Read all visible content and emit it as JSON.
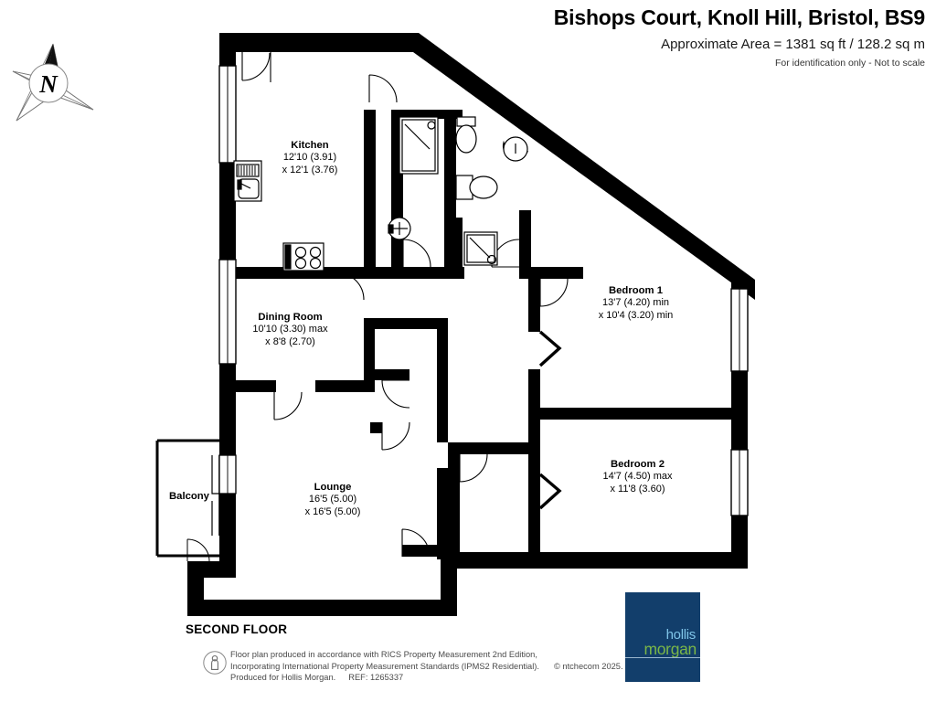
{
  "header": {
    "title": "Bishops Court, Knoll Hill, Bristol, BS9",
    "area": "Approximate Area = 1381 sq ft / 128.2 sq m",
    "note": "For identification only - Not to scale"
  },
  "floor_label": "SECOND FLOOR",
  "compass": {
    "letter": "N"
  },
  "rooms": [
    {
      "name": "Kitchen",
      "dim1": "12'10 (3.91)",
      "dim2": "x 12'1 (3.76)"
    },
    {
      "name": "Dining Room",
      "dim1": "10'10 (3.30) max",
      "dim2": "x 8'8 (2.70)"
    },
    {
      "name": "Bedroom 1",
      "dim1": "13'7 (4.20) min",
      "dim2": "x 10'4 (3.20) min"
    },
    {
      "name": "Bedroom 2",
      "dim1": "14'7 (4.50) max",
      "dim2": "x 11'8 (3.60)"
    },
    {
      "name": "Lounge",
      "dim1": "16'5 (5.00)",
      "dim2": "x 16'5 (5.00)"
    },
    {
      "name": "Balcony",
      "dim1": "",
      "dim2": ""
    }
  ],
  "footer": {
    "line1": "Floor plan produced in accordance with RICS Property Measurement 2nd Edition,",
    "line2": "Incorporating International Property Measurement Standards (IPMS2 Residential).",
    "copyright": "© ntchecom 2025.",
    "line3": "Produced for Hollis Morgan.",
    "ref": "REF:  1265337"
  },
  "logo": {
    "line1": "hollis",
    "line2": "morgan",
    "bg_color": "#123e6b",
    "line1_color": "#7fc4e8",
    "line2_color": "#7ab648"
  }
}
